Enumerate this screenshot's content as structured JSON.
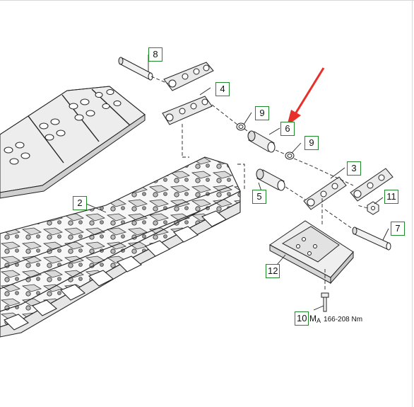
{
  "diagram": {
    "callouts": [
      {
        "id": "c8",
        "label": "8"
      },
      {
        "id": "c4",
        "label": "4"
      },
      {
        "id": "c9a",
        "label": "9"
      },
      {
        "id": "c6",
        "label": "6"
      },
      {
        "id": "c9b",
        "label": "9"
      },
      {
        "id": "c3",
        "label": "3"
      },
      {
        "id": "c2",
        "label": "2"
      },
      {
        "id": "c5",
        "label": "5"
      },
      {
        "id": "c11",
        "label": "11"
      },
      {
        "id": "c7",
        "label": "7"
      },
      {
        "id": "c12",
        "label": "12"
      },
      {
        "id": "c10",
        "label": "10"
      }
    ],
    "torque": {
      "symbol": "M",
      "subscript": "A",
      "value": "166-208 Nm"
    },
    "colors": {
      "callout_border": "#1f8a2a",
      "arrow": "#e8302a",
      "line": "#222222"
    }
  }
}
